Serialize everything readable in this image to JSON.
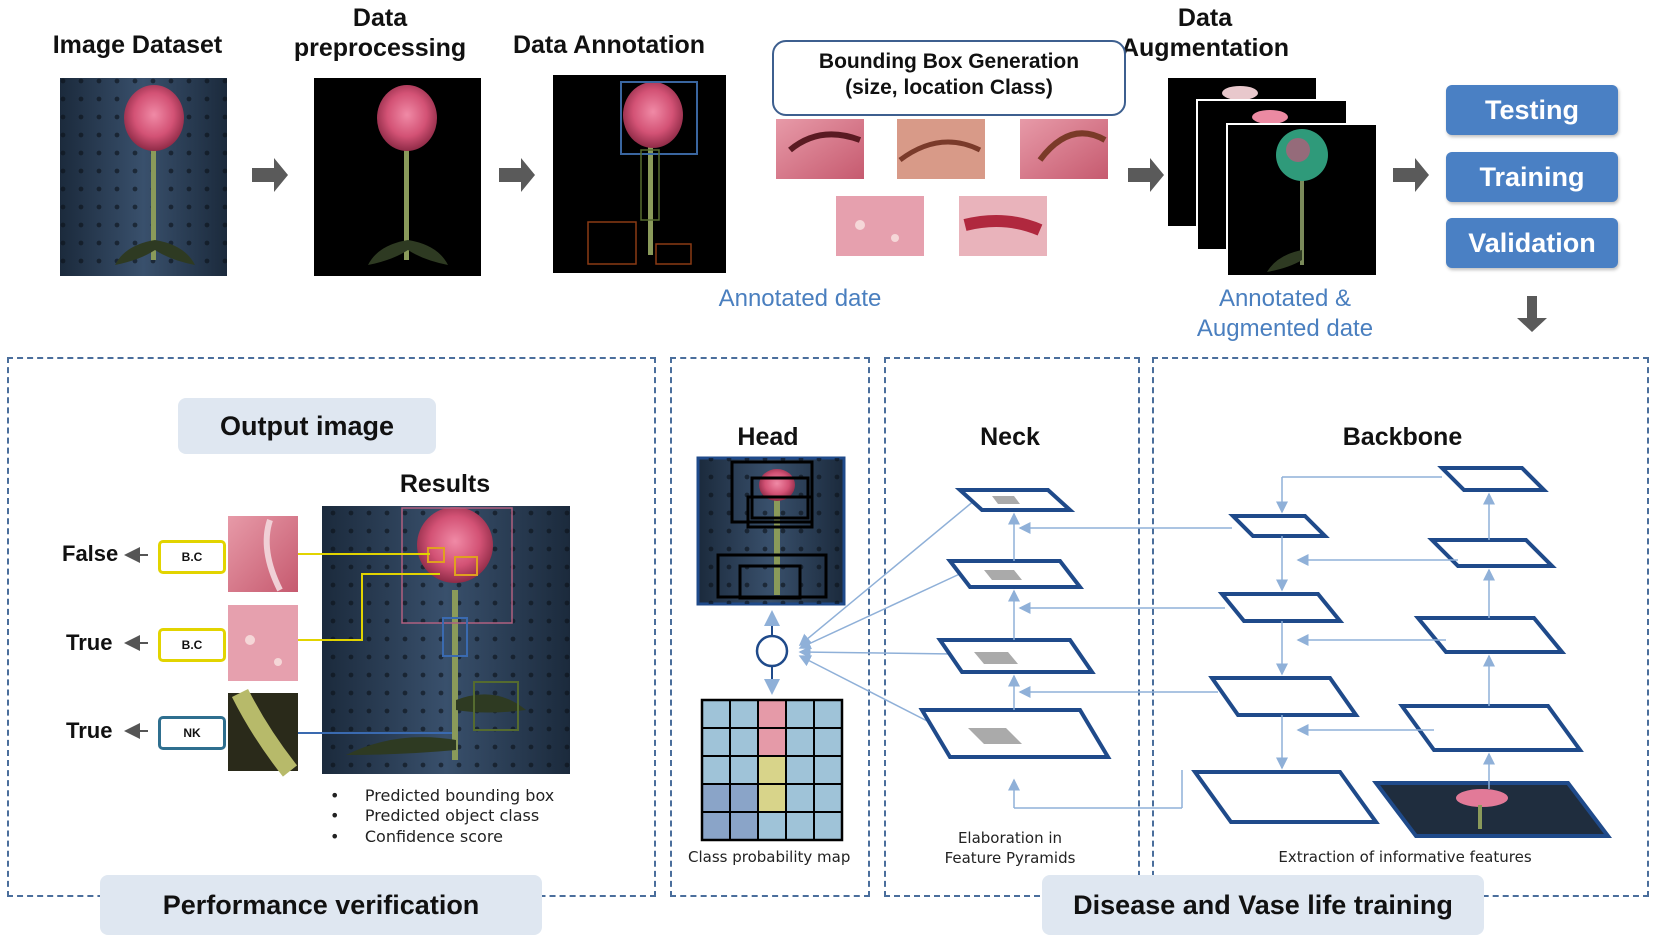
{
  "top": {
    "image_dataset": "Image Dataset",
    "preprocessing_line1": "Data",
    "preprocessing_line2": "preprocessing",
    "annotation": "Data Annotation",
    "bbox_line1": "Bounding  Box Generation",
    "bbox_line2": "(size,  location Class)",
    "augmentation_line1": "Data",
    "augmentation_line2": "Augmentation",
    "annotated_date": "Annotated date",
    "annotated_augmented_line1": "Annotated &",
    "annotated_augmented_line2": "Augmented date"
  },
  "splits": [
    "Testing",
    "Training",
    "Validation"
  ],
  "performance": {
    "output_image": "Output image",
    "results": "Results",
    "rows": [
      {
        "verdict": "False",
        "tag": "B.C",
        "tag_color": "#e2d400"
      },
      {
        "verdict": "True",
        "tag": "B.C",
        "tag_color": "#e2d400"
      },
      {
        "verdict": "True",
        "tag": "NK",
        "tag_color": "#2f6f8f"
      }
    ],
    "bullets": [
      "Predicted   bounding   box",
      "Predicted   object   class",
      "Confidence   score"
    ],
    "footer": "Performance verification"
  },
  "training": {
    "head": "Head",
    "class_prob_map": "Class probability    map",
    "neck": "Neck",
    "neck_caption_line1": "Elaboration  in",
    "neck_caption_line2": "Feature  Pyramids",
    "backbone": "Backbone",
    "backbone_caption": "Extraction  of  informative   features",
    "footer": "Disease and Vase life training"
  },
  "colors": {
    "accent_blue": "#4a80c4",
    "dashed_border": "#4a6e9c",
    "light_box": "#dfe7f1",
    "layer_stroke": "#1f4a8a",
    "connector": "#8fb0d8"
  }
}
